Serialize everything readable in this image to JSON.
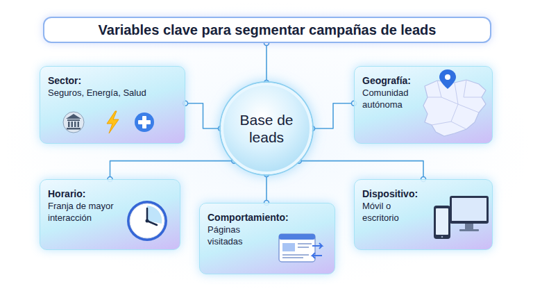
{
  "diagram": {
    "nodes": [
      {
        "text": [
          "Variables clave para segmentar campañas de leads"
        ]
      },
      {
        "text": [
          "Sector:",
          "Seguros, Energía, Salud"
        ]
      },
      {
        "text": [
          "Geografía:",
          "Comunidad autónoma"
        ]
      },
      {
        "text": [
          "Base de leads"
        ]
      },
      {
        "text": [
          "Horario:",
          "Franja de mayor interacción"
        ]
      },
      {
        "text": [
          "Comportamiento:",
          "Páginas visitadas"
        ]
      },
      {
        "text": [
          "Dispositivo:",
          "Móvil o escritorio"
        ]
      }
    ],
    "edges": [
      {
        "from": 0,
        "to": 3,
        "arrow": "none"
      },
      {
        "from": 3,
        "to": 1,
        "arrow": "none"
      },
      {
        "from": 3,
        "to": 2,
        "arrow": "none"
      },
      {
        "from": 3,
        "to": 4,
        "arrow": "none"
      },
      {
        "from": 3,
        "to": 5,
        "arrow": "none"
      },
      {
        "from": 3,
        "to": 6,
        "arrow": "none"
      }
    ]
  }
}
